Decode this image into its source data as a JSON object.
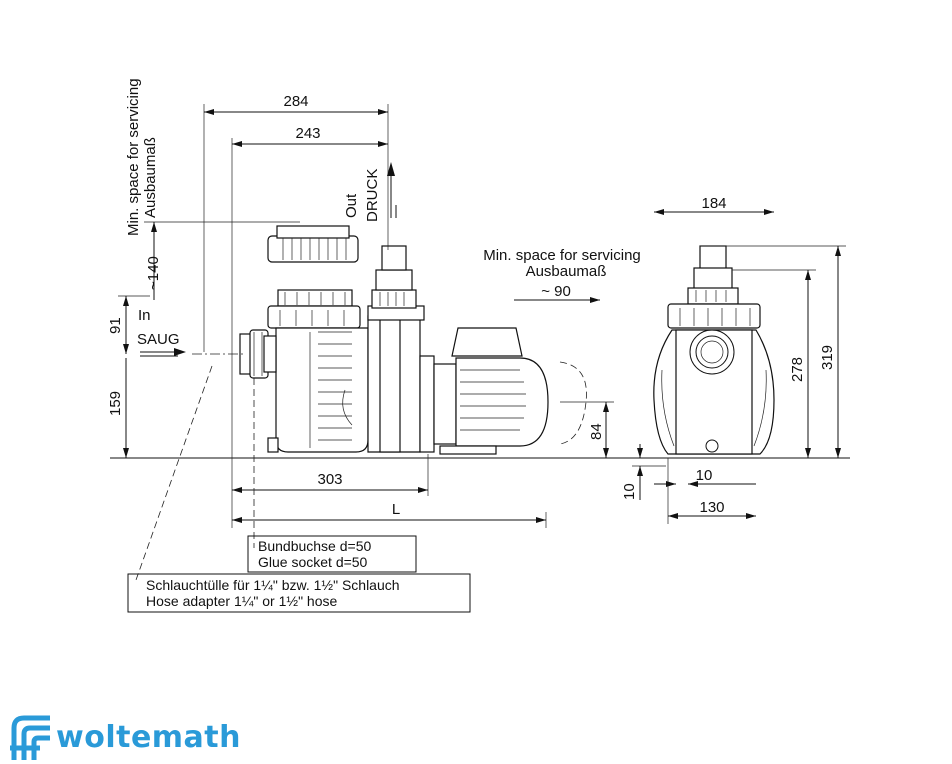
{
  "dimensions": {
    "width_284": "284",
    "width_243": "243",
    "service_min_140": "~140",
    "height_91": "91",
    "height_159": "159",
    "base_303": "303",
    "length_L": "L",
    "motor_84": "84",
    "side_184": "184",
    "side_278": "278",
    "side_319": "319",
    "foot_10_horizontal": "10",
    "foot_10_vertical": "10",
    "base_130": "130",
    "service_side_90": "~ 90"
  },
  "labels": {
    "service_en": "Min. space for servicing",
    "service_de": "Ausbaumaß",
    "service_side_en": "Min. space for servicing",
    "service_side_de": "Ausbaumaß",
    "outlet_en": "Out",
    "outlet_de": "DRUCK",
    "inlet_en": "In",
    "inlet_de": "SAUG"
  },
  "notes": {
    "glue_socket_de": "Bundbuchse  d=50",
    "glue_socket_en": "Glue socket  d=50",
    "hose_adapter_de": "Schlauchtülle für 1¼\"  bzw. 1½\" Schlauch",
    "hose_adapter_en": "Hose adapter 1¼\"  or 1½\" hose"
  },
  "logo": {
    "brand": "woltemath",
    "color": "#2a9ad8"
  }
}
